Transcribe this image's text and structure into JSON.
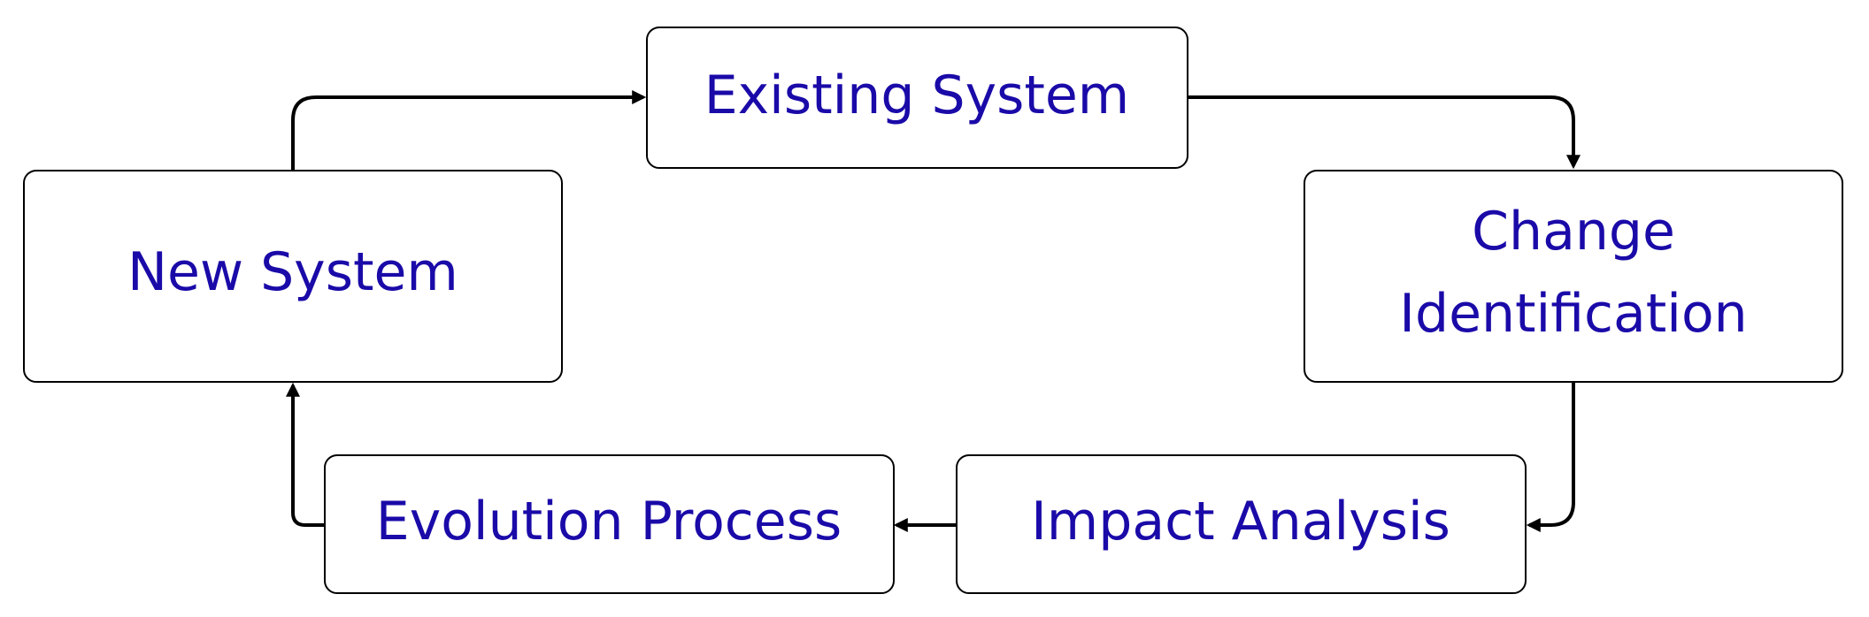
{
  "colors": {
    "text": "#1a0aa8",
    "box_stroke": "#000000",
    "arrow": "#000000",
    "background": "#ffffff"
  },
  "nodes": {
    "existing_system": {
      "label": "Existing System"
    },
    "change_identification": {
      "line1": "Change",
      "line2": "Identification"
    },
    "impact_analysis": {
      "label": "Impact Analysis"
    },
    "evolution_process": {
      "label": "Evolution Process"
    },
    "new_system": {
      "label": "New System"
    }
  },
  "edges": [
    {
      "from": "existing_system",
      "to": "change_identification"
    },
    {
      "from": "change_identification",
      "to": "impact_analysis"
    },
    {
      "from": "impact_analysis",
      "to": "evolution_process"
    },
    {
      "from": "evolution_process",
      "to": "new_system"
    },
    {
      "from": "new_system",
      "to": "existing_system"
    }
  ]
}
